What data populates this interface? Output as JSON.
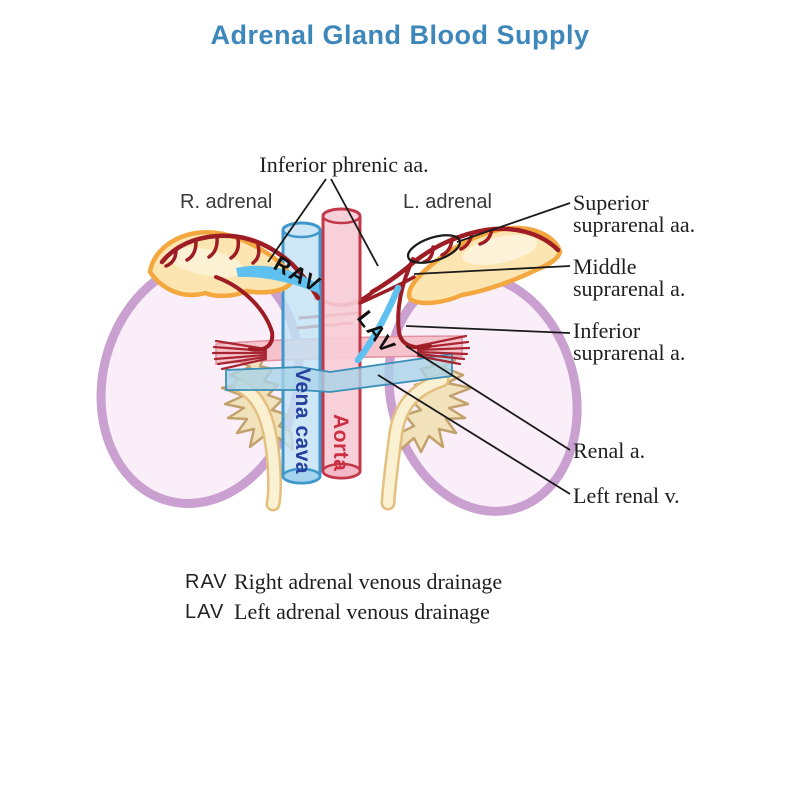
{
  "title": "Adrenal Gland Blood Supply",
  "annotations": {
    "inferior_phrenic": "Inferior phrenic aa.",
    "r_adrenal": "R. adrenal",
    "l_adrenal": "L. adrenal",
    "superior_suprarenal": {
      "line1": "Superior",
      "line2": "suprarenal aa."
    },
    "middle_suprarenal": {
      "line1": "Middle",
      "line2": "suprarenal a."
    },
    "inferior_suprarenal": {
      "line1": "Inferior",
      "line2": "suprarenal a."
    },
    "renal_artery": "Renal a.",
    "left_renal_vein": "Left renal v."
  },
  "vessel_labels": {
    "rav": "RAV",
    "lav": "LAV",
    "vena_cava": "Vena cava",
    "aorta": "Aorta"
  },
  "legend": {
    "rows": [
      {
        "abbr": "RAV",
        "meaning": "Right adrenal venous drainage"
      },
      {
        "abbr": "LAV",
        "meaning": "Left adrenal venous drainage"
      }
    ]
  },
  "colors": {
    "title": "#3e87ba",
    "kidney_fill": "#faeef9",
    "kidney_outline": "#c9a0d0",
    "adrenal_fill": "#fce5b0",
    "adrenal_outline": "#f4a73e",
    "artery_dark_red": "#9e1c24",
    "adrenal_vein_blue": "#5fc1ef",
    "vena_cava_fill": "#c2e2f4",
    "vena_cava_outline": "#3f97cc",
    "vena_cava_text": "#27409e",
    "aorta_fill": "#f8ccd6",
    "aorta_outline": "#c23848",
    "aorta_text": "#cc2f42",
    "renal_artery_fill": "#f6c3cc",
    "renal_vein_fill": "#a9d3e8",
    "renal_vein_outline": "#3a8fb8",
    "ureter_fill": "#faf0d2",
    "ureter_outline": "#e3bf80",
    "calyx_fill": "#f1e2bc",
    "calyx_outline": "#c2a26c",
    "leader_line": "#1a1a1a"
  }
}
